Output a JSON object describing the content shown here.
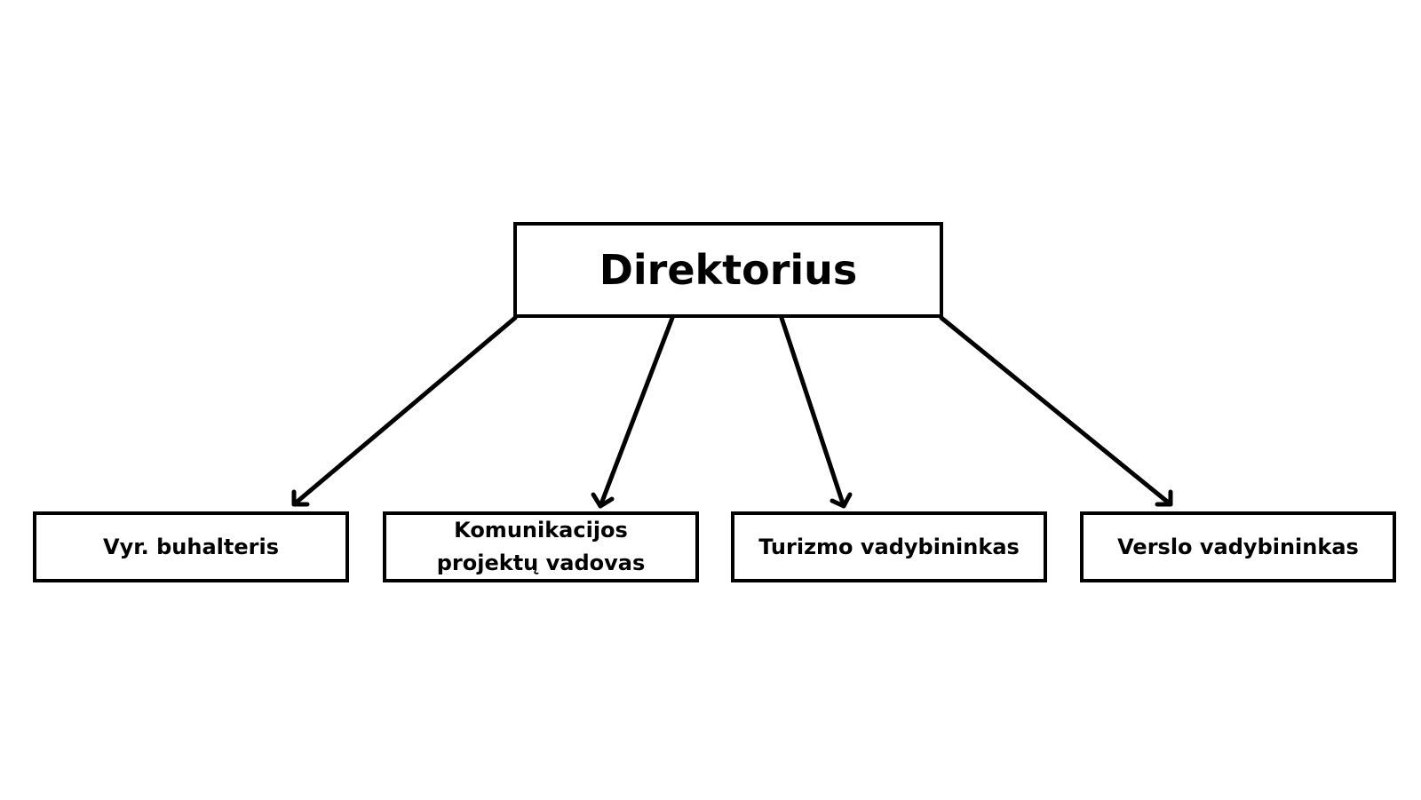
{
  "diagram": {
    "root": {
      "label": "Direktorius"
    },
    "children": [
      {
        "label": "Vyr. buhalteris"
      },
      {
        "label": "Komunikacijos\nprojektų vadovas"
      },
      {
        "label": "Turizmo vadybininkas"
      },
      {
        "label": "Verslo vadybininkas"
      }
    ],
    "colors": {
      "stroke": "#000000",
      "background": "#ffffff"
    }
  }
}
